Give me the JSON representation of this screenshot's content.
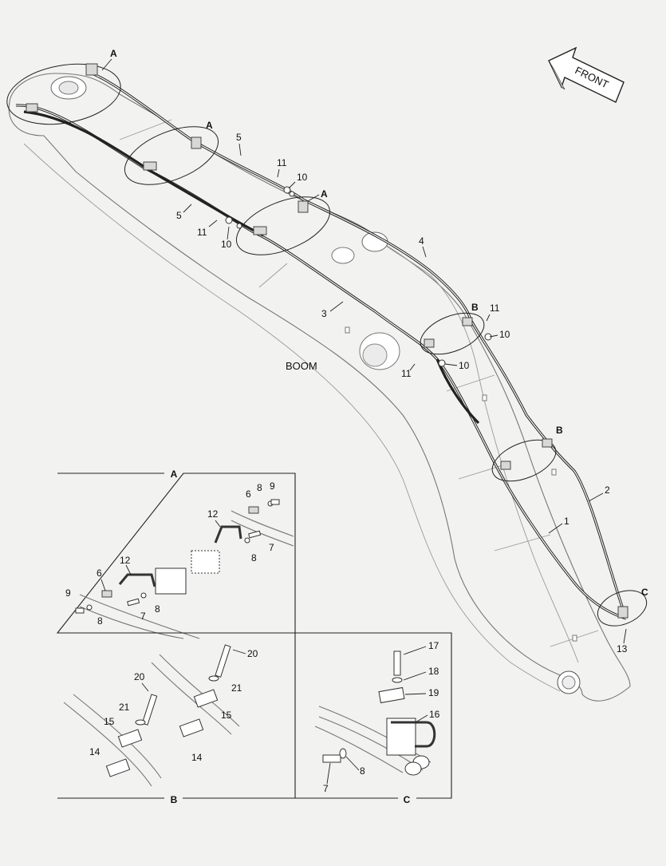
{
  "main_labels": {
    "front": "FRONT",
    "boom": "BOOM"
  },
  "detail_panels": [
    {
      "id": "A",
      "title": "A"
    },
    {
      "id": "B",
      "title": "B"
    },
    {
      "id": "C",
      "title": "C"
    }
  ],
  "callouts_main": [
    "A",
    "A",
    "A",
    "B",
    "B",
    "C",
    "1",
    "2",
    "3",
    "4",
    "5",
    "5",
    "10",
    "10",
    "10",
    "10",
    "11",
    "11",
    "11",
    "11",
    "13"
  ],
  "callouts_detail_a": [
    "6",
    "8",
    "9",
    "12",
    "7",
    "8",
    "12",
    "6",
    "9",
    "8",
    "7",
    "8"
  ],
  "callouts_detail_b": [
    "20",
    "21",
    "15",
    "14",
    "20",
    "21",
    "15",
    "14"
  ],
  "callouts_detail_c": [
    "17",
    "18",
    "19",
    "16",
    "8",
    "7"
  ]
}
